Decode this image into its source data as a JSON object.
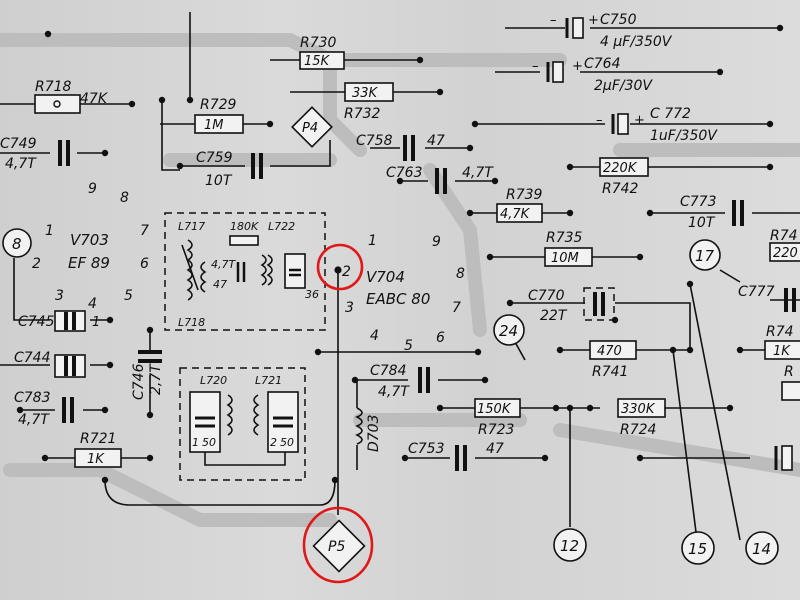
{
  "resistors": {
    "r718": {
      "ref": "R718",
      "value": "47K"
    },
    "r730": {
      "ref": "R730",
      "value": "15K"
    },
    "r729": {
      "ref": "R729",
      "value": "1M"
    },
    "r732": {
      "ref": "R732",
      "value": "33K"
    },
    "r742": {
      "ref": "R742",
      "value": "220K"
    },
    "r739": {
      "ref": "R739",
      "value": "4,7K"
    },
    "r735": {
      "ref": "R735",
      "value": "10M"
    },
    "r741": {
      "ref": "R741",
      "value": "470"
    },
    "r723": {
      "ref": "R723",
      "value": "150K"
    },
    "r724": {
      "ref": "R724",
      "value": "330K"
    },
    "r721": {
      "ref": "R721",
      "value": "1K"
    },
    "r180k": {
      "value": "180K"
    },
    "edge1": {
      "ref": "R74",
      "value": "220"
    },
    "edge2": {
      "ref": "R74",
      "value": "1K"
    },
    "edge3": {
      "ref": "R"
    }
  },
  "capacitors": {
    "c750": {
      "ref": "C750",
      "value": "4 µF/350V"
    },
    "c764": {
      "ref": "C764",
      "value": "2µF/30V"
    },
    "c772": {
      "ref": "C 772",
      "value": "1uF/350V"
    },
    "c749": {
      "ref": "C749",
      "value": "4,7T"
    },
    "c758": {
      "ref": "C758",
      "value": "47"
    },
    "c759": {
      "ref": "C759",
      "value": "10T"
    },
    "c763": {
      "ref": "C763",
      "value": "4,7T"
    },
    "c773": {
      "ref": "C773",
      "value": "10T"
    },
    "c770": {
      "ref": "C770",
      "value": "22T"
    },
    "c777": {
      "ref": "C777"
    },
    "c745": {
      "ref": "C745"
    },
    "c744": {
      "ref": "C744"
    },
    "c783": {
      "ref": "C783",
      "value": "4,7T"
    },
    "c746": {
      "ref": "C746",
      "value": "2,7T"
    },
    "c784": {
      "ref": "C784",
      "value": "4,7T"
    },
    "c753": {
      "ref": "C753",
      "value": "47"
    },
    "c47a": {
      "value": "4,7T"
    },
    "c47b": {
      "value": "47"
    },
    "c36": {
      "value": "36"
    },
    "c150": {
      "value": "50"
    },
    "c250": {
      "value": "50"
    }
  },
  "tubes": {
    "v703": {
      "ref": "V703",
      "type": "EF 89"
    },
    "v704": {
      "ref": "V704",
      "type": "EABC 80"
    }
  },
  "inductors": {
    "l717": "L717",
    "l718": "L718",
    "l720": "L720",
    "l721": "L721",
    "l722": "L722",
    "d703": "D703"
  },
  "test_points": {
    "p4": "P4",
    "p5": "P5"
  },
  "connectors": [
    "8",
    "24",
    "17",
    "12",
    "15",
    "14"
  ],
  "pins": {
    "v703": [
      "1",
      "2",
      "3",
      "4",
      "5",
      "6",
      "7",
      "8",
      "9"
    ],
    "v704": [
      "1",
      "2",
      "3",
      "4",
      "5",
      "6",
      "7",
      "8",
      "9"
    ],
    "misc": [
      "1",
      "1",
      "2"
    ]
  },
  "colors": {
    "ink": "#111111",
    "annotation": "#e01818",
    "paper": "#d6d6d6"
  }
}
